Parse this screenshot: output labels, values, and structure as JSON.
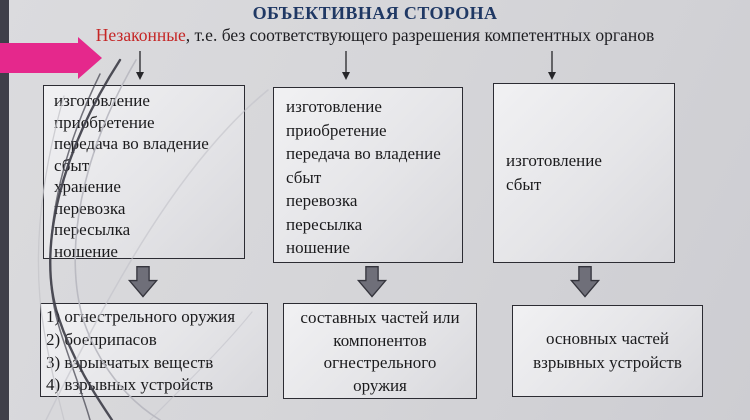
{
  "header": {
    "title": "ОБЪЕКТИВНАЯ СТОРОНА",
    "subtitle_highlight": "Незаконные",
    "subtitle_rest": ", т.е. без соответствующего разрешения компетентных органов"
  },
  "columns": [
    {
      "actions": [
        "изготовление",
        "приобретение",
        "передача во владение",
        "сбыт",
        "хранение",
        "перевозка",
        "пересылка",
        "ношение"
      ],
      "objects": [
        "1) огнестрельного оружия",
        "2) боеприпасов",
        "3) взрывчатых веществ",
        "4) взрывных устройств"
      ]
    },
    {
      "actions": [
        "изготовление",
        "приобретение",
        "передача во владение",
        "сбыт",
        "перевозка",
        "пересылка",
        "ношение"
      ],
      "objects": [
        "составных частей или",
        "компонентов",
        "огнестрельного",
        "оружия"
      ]
    },
    {
      "actions": [
        "изготовление",
        "сбыт"
      ],
      "objects": [
        "основных частей",
        "взрывных устройств"
      ]
    }
  ],
  "colors": {
    "title": "#1f3864",
    "subtitle_highlight": "#c52525",
    "body_text": "#1b1b1d",
    "pink_accent": "#e5288c",
    "background": "#d4d4d8",
    "block_arrow": "#6f6f79",
    "left_bar": "#3f3f49"
  }
}
